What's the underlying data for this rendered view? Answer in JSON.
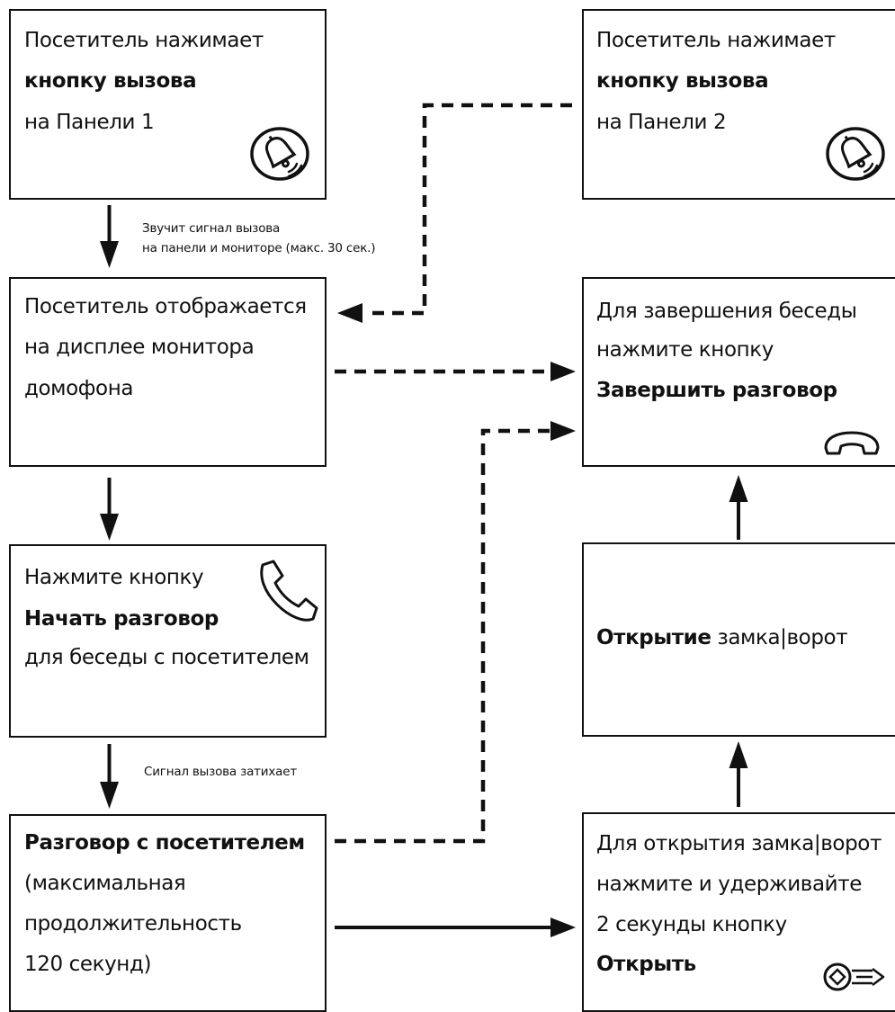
{
  "boxes": {
    "panel1": {
      "line1": "Посетитель нажимает",
      "line2": "кнопку вызова",
      "line3": "на Панели 1"
    },
    "panel2": {
      "line1": "Посетитель нажимает",
      "line2": "кнопку вызова",
      "line3": "на Панели 2"
    },
    "display": {
      "line1": "Посетитель отображается",
      "line2": "на дисплее монитора",
      "line3": "домофона"
    },
    "start_talk": {
      "line1": "Нажмите кнопку",
      "line2": "Начать разговор",
      "line3": "для беседы с посетителем"
    },
    "talk": {
      "line1": "Разговор с посетителем",
      "line2": "(максимальная",
      "line3": "продолжительность",
      "line4": "120 секунд)"
    },
    "end_talk": {
      "line1": "Для завершения беседы",
      "line2": "нажмите кнопку",
      "line3": "Завершить разговор"
    },
    "unlock": {
      "bold": "Открытие",
      "rest": " замка|ворот"
    },
    "open_instr": {
      "line1": "Для открытия замка|ворот",
      "line2": "нажмите и удерживайте",
      "line3": "2 секунды кнопку",
      "line4": "Открыть"
    }
  },
  "labels": {
    "ring_line1": "Звучит сигнал вызова",
    "ring_line2": "на панели и мониторе (макс. 30 сек.)",
    "fade": "Сигнал вызова затихает"
  },
  "icons": [
    "bell-icon",
    "phone-handset-icon",
    "hang-up-icon",
    "key-icon"
  ]
}
